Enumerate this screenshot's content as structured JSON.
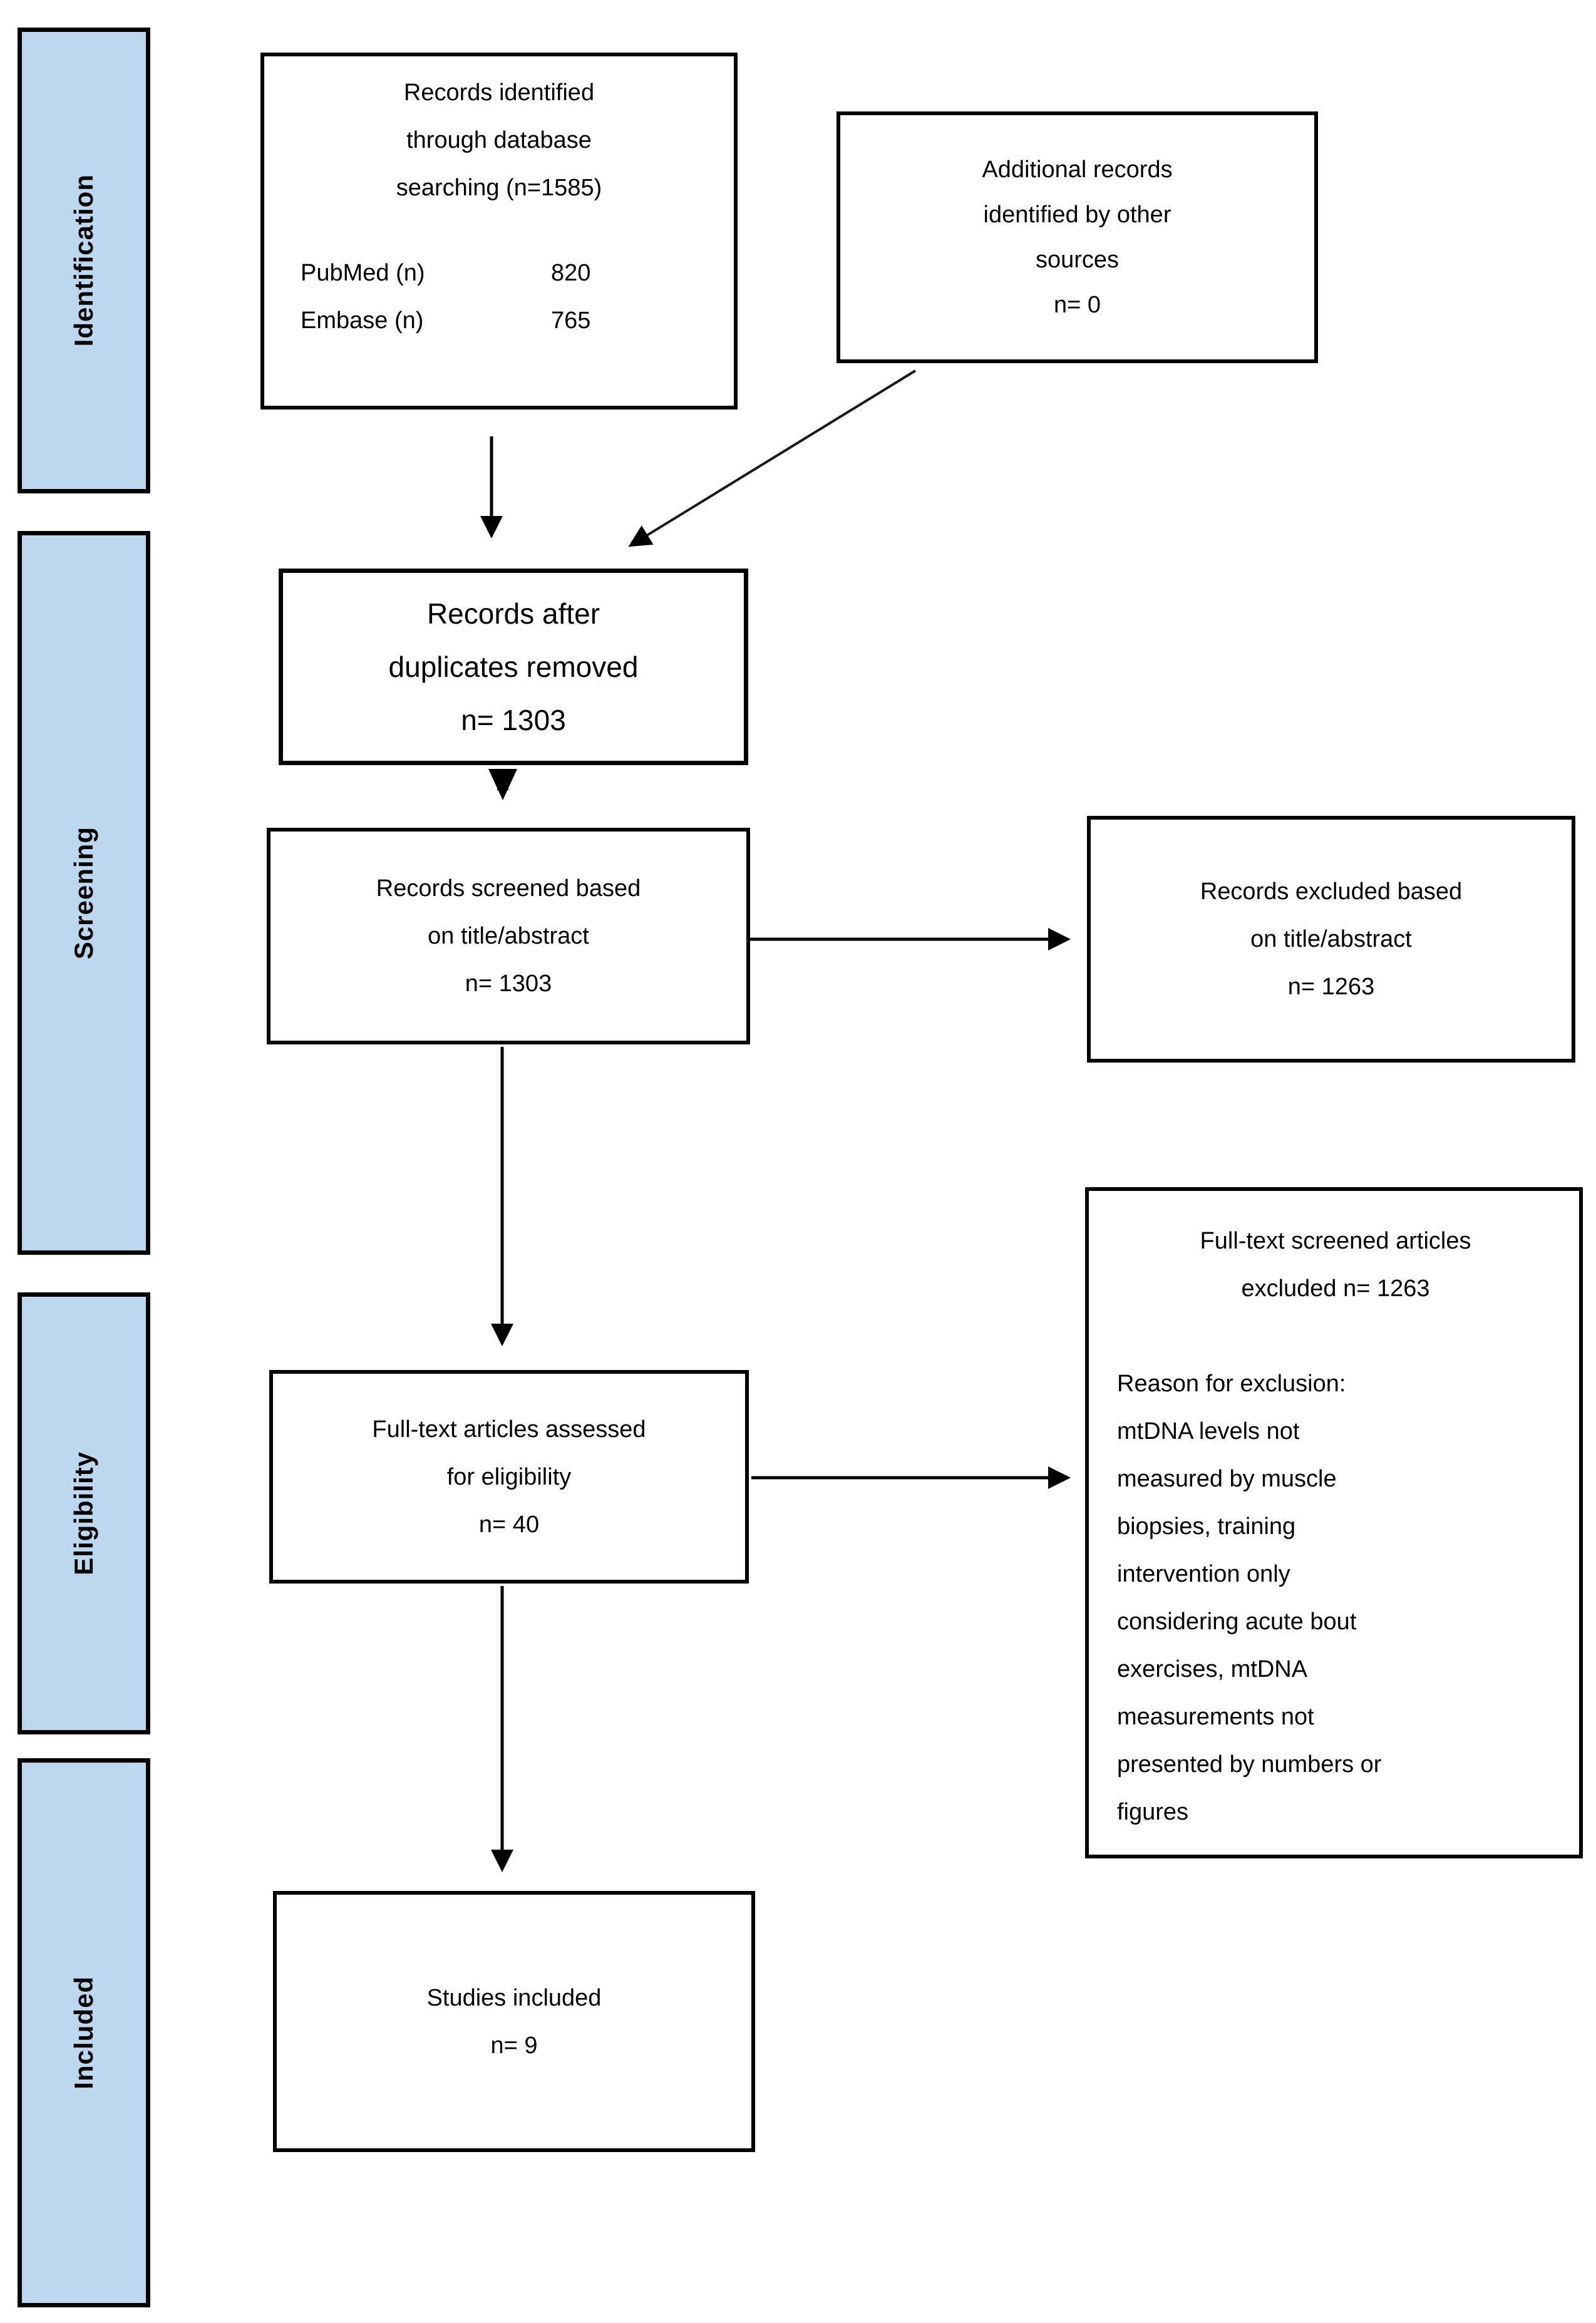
{
  "figure": {
    "type": "prisma-flow-diagram"
  },
  "colors": {
    "stage_fill": "#bdd7ee",
    "border": "#000000",
    "background": "#ffffff"
  },
  "sidebar": {
    "stages": [
      {
        "label": "Identification"
      },
      {
        "label": "Screening"
      },
      {
        "label": "Eligibility"
      },
      {
        "label": "Included"
      }
    ]
  },
  "boxes": {
    "identified": {
      "title_lines": [
        "Records identified",
        "through database",
        "searching (n=1585)"
      ],
      "sources": [
        {
          "label": "PubMed (n)",
          "value": "820"
        },
        {
          "label": "Embase (n)",
          "value": "765"
        }
      ]
    },
    "additional": {
      "lines": [
        "Additional records",
        "identified by other",
        "sources",
        "n= 0"
      ]
    },
    "deduplicated": {
      "lines": [
        "Records after",
        "duplicates removed",
        "n= 1303"
      ]
    },
    "screened": {
      "lines": [
        "Records screened based",
        "on title/abstract",
        "n= 1303"
      ]
    },
    "excluded_screening": {
      "lines": [
        "Records excluded based",
        "on title/abstract",
        "n= 1263"
      ]
    },
    "fulltext_assessed": {
      "lines": [
        "Full-text articles assessed",
        "for eligibility",
        "n= 40"
      ]
    },
    "excluded_fulltext": {
      "title_lines": [
        "Full-text screened articles",
        "excluded n= 1263"
      ],
      "reason_lines": [
        "Reason for exclusion:",
        "mtDNA levels not",
        "measured by muscle",
        "biopsies, training",
        "intervention only",
        "considering acute bout",
        "exercises, mtDNA",
        "measurements not",
        "presented by numbers or",
        "figures"
      ]
    },
    "studies_included": {
      "lines": [
        "Studies included",
        "n= 9"
      ]
    }
  }
}
